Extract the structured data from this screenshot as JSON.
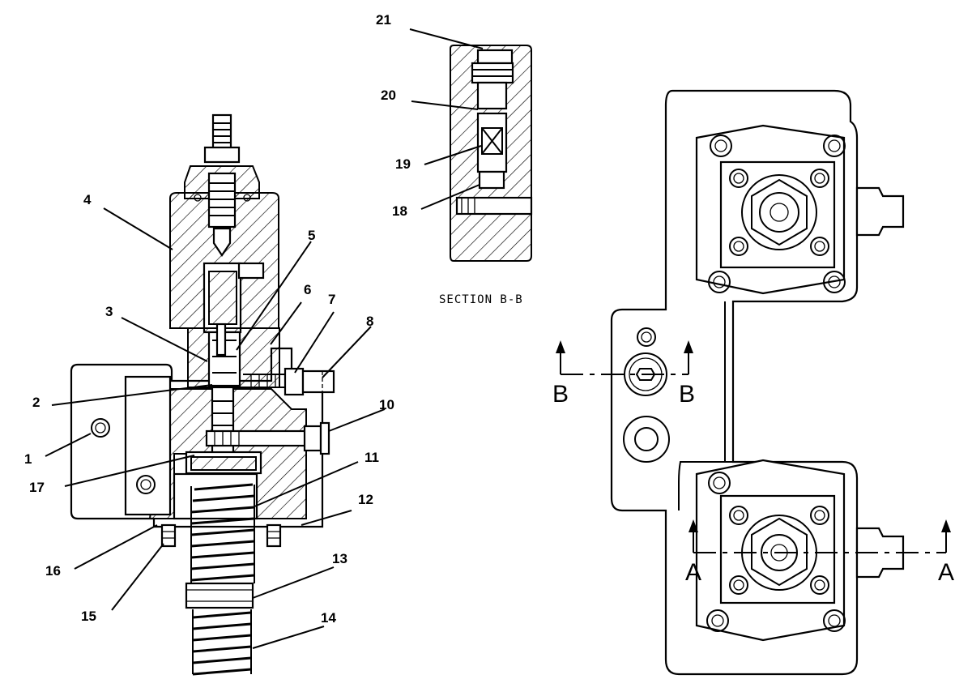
{
  "callouts": [
    {
      "id": "1",
      "text": "1"
    },
    {
      "id": "2",
      "text": "2"
    },
    {
      "id": "3",
      "text": "3"
    },
    {
      "id": "4",
      "text": "4"
    },
    {
      "id": "5",
      "text": "5"
    },
    {
      "id": "6",
      "text": "6"
    },
    {
      "id": "7",
      "text": "7"
    },
    {
      "id": "8",
      "text": "8"
    },
    {
      "id": "10",
      "text": "10"
    },
    {
      "id": "11",
      "text": "11"
    },
    {
      "id": "12",
      "text": "12"
    },
    {
      "id": "13",
      "text": "13"
    },
    {
      "id": "14",
      "text": "14"
    },
    {
      "id": "15",
      "text": "15"
    },
    {
      "id": "16",
      "text": "16"
    },
    {
      "id": "17",
      "text": "17"
    },
    {
      "id": "18",
      "text": "18"
    },
    {
      "id": "19",
      "text": "19"
    },
    {
      "id": "20",
      "text": "20"
    },
    {
      "id": "21",
      "text": "21"
    }
  ],
  "section_caption": "SECTION B-B",
  "section_marks": {
    "b_left": "B",
    "b_right": "B",
    "a_left": "A",
    "a_right": "A"
  }
}
